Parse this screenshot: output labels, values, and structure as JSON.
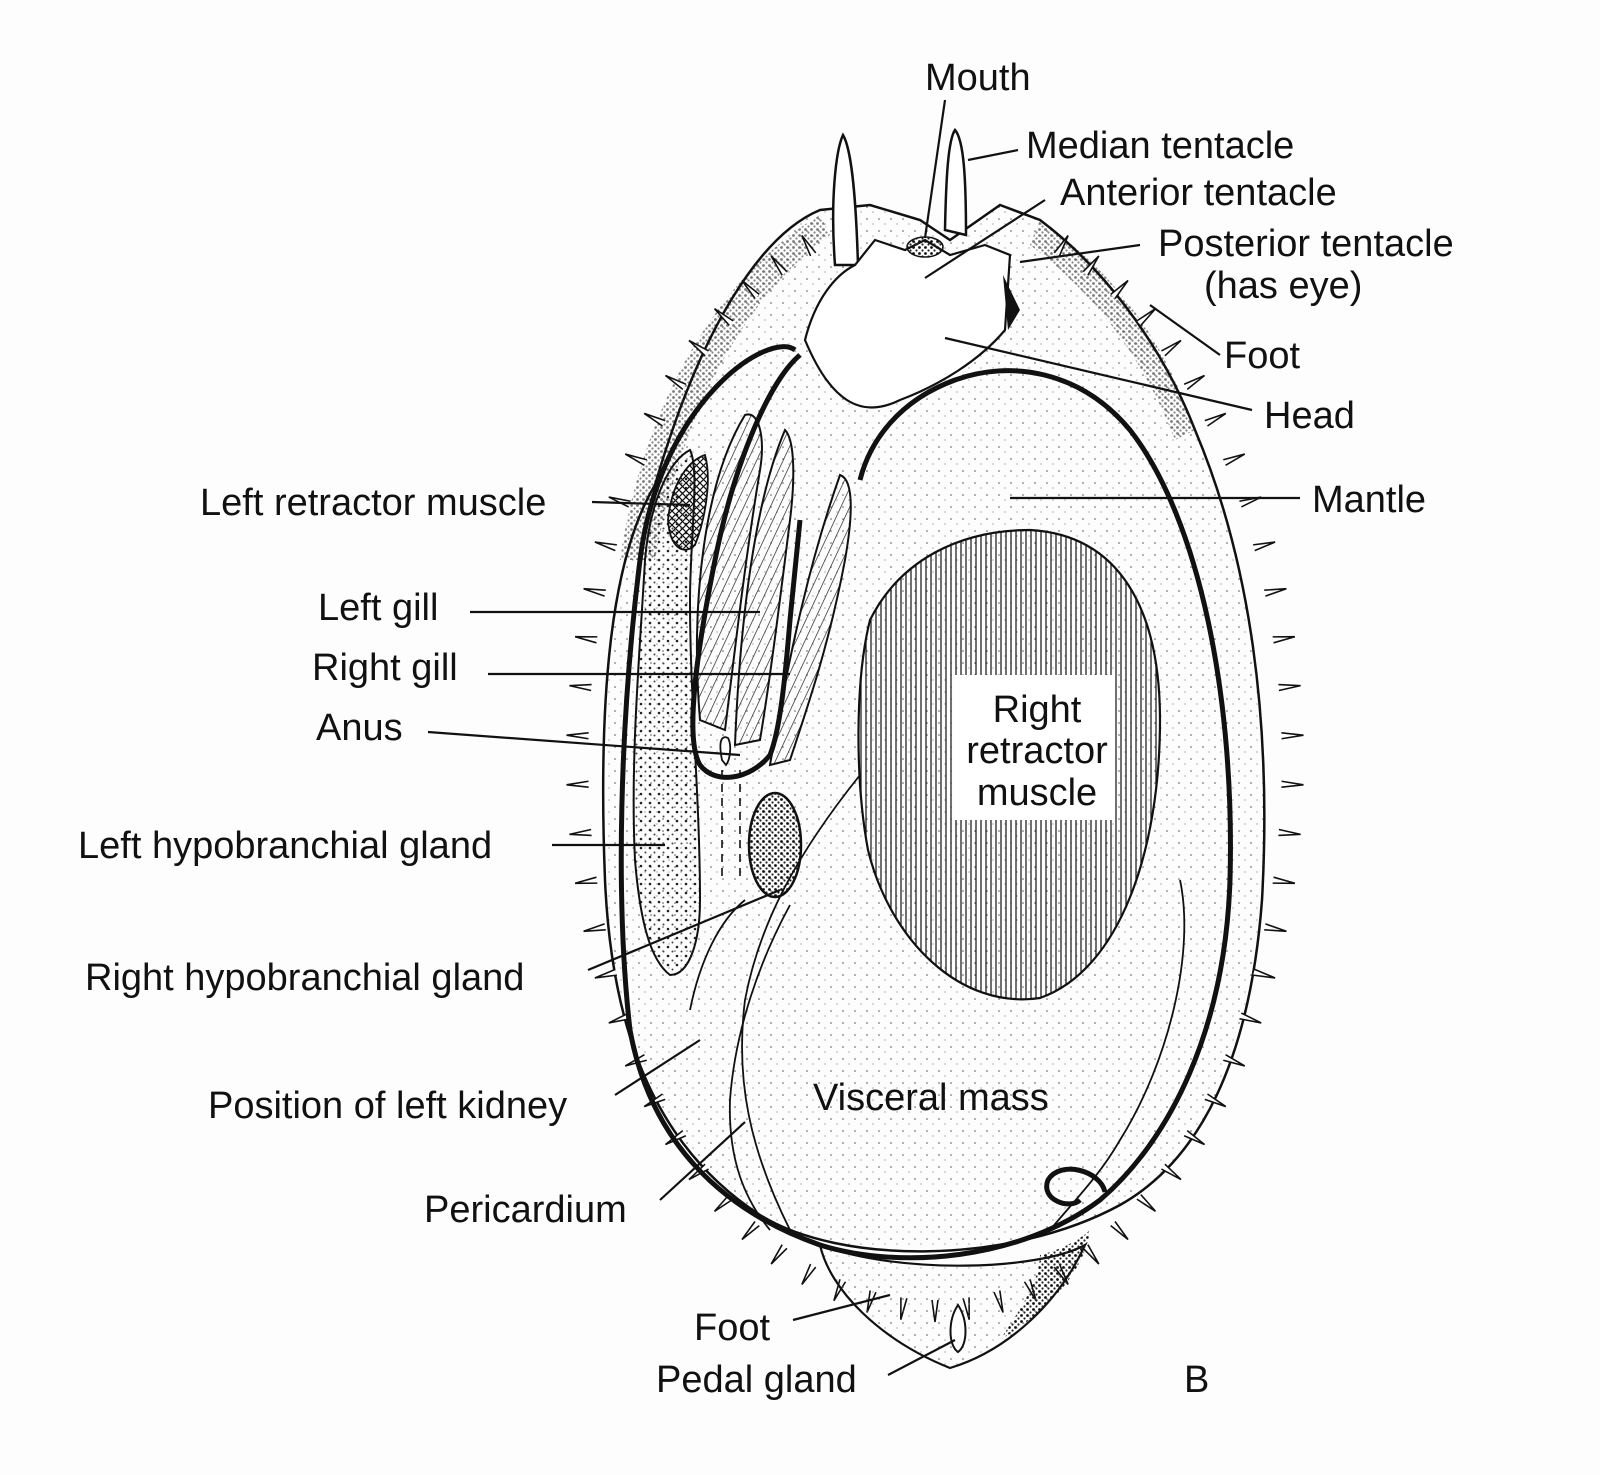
{
  "labels": {
    "mouth": "Mouth",
    "median_tentacle": "Median tentacle",
    "anterior_tentacle": "Anterior tentacle",
    "posterior_tentacle_1": "Posterior tentacle",
    "posterior_tentacle_2": "(has eye)",
    "foot_top": "Foot",
    "head": "Head",
    "mantle": "Mantle",
    "left_retractor_muscle": "Left retractor muscle",
    "left_gill": "Left gill",
    "right_gill": "Right gill",
    "anus": "Anus",
    "left_hypobranchial_gland": "Left hypobranchial gland",
    "right_hypobranchial_gland": "Right hypobranchial gland",
    "position_of_left_kidney": "Position of left kidney",
    "pericardium": "Pericardium",
    "foot_bottom": "Foot",
    "pedal_gland": "Pedal gland",
    "right_retractor_1": "Right",
    "right_retractor_2": "retractor",
    "right_retractor_3": "muscle",
    "visceral_mass": "Visceral mass",
    "panel_letter": "B"
  }
}
